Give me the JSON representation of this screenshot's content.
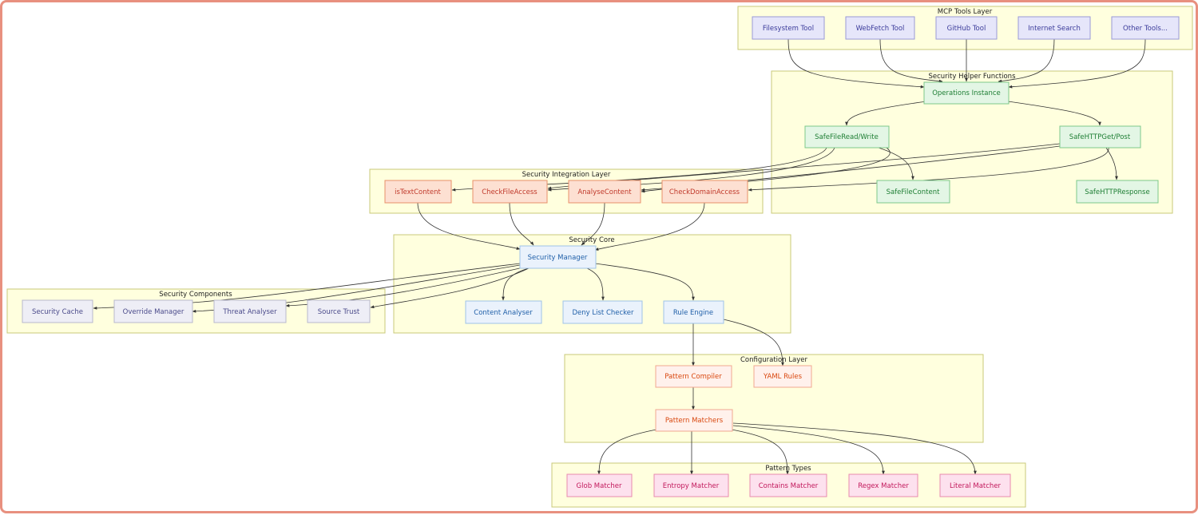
{
  "groups": {
    "mcp_tools": "MCP Tools Layer",
    "helpers": "Security Helper Functions",
    "integration": "Security Integration Layer",
    "core": "Security Core",
    "components": "Security Components",
    "config": "Configuration Layer",
    "patterns": "Pattern Types"
  },
  "nodes": {
    "filesystem_tool": "Filesystem Tool",
    "webfetch_tool": "WebFetch Tool",
    "github_tool": "GitHub Tool",
    "internet_search": "Internet Search",
    "other_tools": "Other Tools...",
    "operations_instance": "Operations Instance",
    "safe_file_rw": "SafeFileRead/Write",
    "safe_http": "SafeHTTPGet/Post",
    "safe_file_content": "SafeFileContent",
    "safe_http_response": "SafeHTTPResponse",
    "is_text_content": "isTextContent",
    "check_file_access": "CheckFileAccess",
    "analyse_content": "AnalyseContent",
    "check_domain_access": "CheckDomainAccess",
    "security_manager": "Security Manager",
    "security_cache": "Security Cache",
    "override_manager": "Override Manager",
    "threat_analyser": "Threat Analyser",
    "source_trust": "Source Trust",
    "content_analyser": "Content Analyser",
    "deny_list_checker": "Deny List Checker",
    "rule_engine": "Rule Engine",
    "pattern_compiler": "Pattern Compiler",
    "yaml_rules": "YAML Rules",
    "pattern_matchers": "Pattern Matchers",
    "glob_matcher": "Glob Matcher",
    "entropy_matcher": "Entropy Matcher",
    "contains_matcher": "Contains Matcher",
    "regex_matcher": "Regex Matcher",
    "literal_matcher": "Literal Matcher"
  },
  "colors": {
    "group_fill": "#ffffde",
    "group_stroke": "#c8c87a",
    "tool_fill": "#e6e6fa",
    "tool_stroke": "#9a9ad6",
    "tool_text": "#3b3b9a",
    "helper_fill": "#e3f6e5",
    "helper_stroke": "#7cc88a",
    "helper_text": "#1e7e34",
    "integration_fill": "#fde0d2",
    "integration_stroke": "#e8906a",
    "integration_text": "#c0392b",
    "core_fill": "#eaf2fc",
    "core_stroke": "#9fc3e8",
    "core_text": "#1f5fa8",
    "component_fill": "#eeeef6",
    "component_stroke": "#b8b8cc",
    "component_text": "#4a4a8a",
    "config_fill": "#fff1ec",
    "config_stroke": "#f0a890",
    "config_text": "#d9480f",
    "pattern_fill": "#fde1ee",
    "pattern_stroke": "#e88aaf",
    "pattern_text": "#c2185b"
  }
}
